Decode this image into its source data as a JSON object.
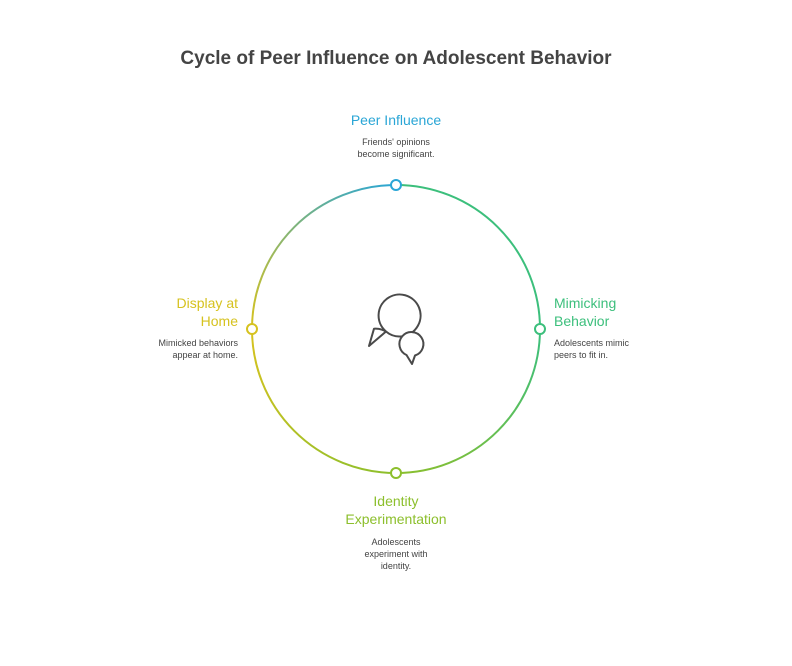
{
  "title": "Cycle of Peer Influence on Adolescent Behavior",
  "colors": {
    "peer_influence": "#2aa6d6",
    "mimicking": "#3cbf7c",
    "identity": "#8cbf2c",
    "display": "#d6c21f",
    "icon": "#4a4a4a",
    "text": "#444444"
  },
  "icon": "speech-bubbles-icon",
  "steps": {
    "peer_influence": {
      "heading": "Peer Influence",
      "desc": [
        "Friends' opinions",
        "become significant."
      ]
    },
    "mimicking": {
      "heading": [
        "Mimicking",
        "Behavior"
      ],
      "desc": [
        "Adolescents mimic",
        "peers to fit in."
      ]
    },
    "identity": {
      "heading": [
        "Identity",
        "Experimentation"
      ],
      "desc": [
        "Adolescents",
        "experiment with",
        "identity."
      ]
    },
    "display": {
      "heading": [
        "Display at",
        "Home"
      ],
      "desc": [
        "Mimicked behaviors",
        "appear at home."
      ]
    }
  }
}
